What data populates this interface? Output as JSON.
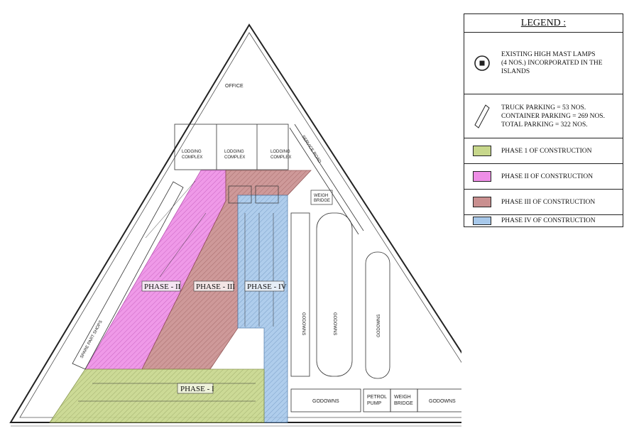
{
  "colors": {
    "phase1": "#c7d78b",
    "phase2": "#ee8ee6",
    "phase3": "#c98f8f",
    "phase4": "#a7c8ea",
    "outline": "#222222"
  },
  "plan": {
    "phase_labels": [
      "PHASE - II",
      "PHASE - III",
      "PHASE - IV",
      "PHASE - I"
    ],
    "buildings": {
      "office": "OFFICE",
      "lodging_1": [
        "LODGING",
        "COMPLEX"
      ],
      "lodging_2": [
        "LODGING",
        "COMPLEX"
      ],
      "lodging_3": [
        "LODGING",
        "COMPLEX"
      ],
      "godowns_vertical_1": "GODOWNS",
      "godowns_vertical_2": "GODOWNS",
      "godowns_vertical_3": "GODOWNS",
      "godowns_bottom_1": "GODOWNS",
      "godowns_bottom_2": "GODOWNS",
      "petrol_pump": [
        "PETROL",
        "PUMP"
      ],
      "weigh_bridge": [
        "WEIGH",
        "BRIDGE"
      ],
      "weigh_bridge_small": [
        "WEIGH",
        "BRIDGE"
      ],
      "spare_part_shops": "SPARE PART SHOPS",
      "service_road": "SERVICE ROAD"
    }
  },
  "legend": {
    "title": "LEGEND :",
    "items": [
      {
        "icon": "high-mast-lamp-icon",
        "text": "EXISTING HIGH MAST LAMPS\n(4 NOS.) INCORPORATED IN THE\nISLANDS"
      },
      {
        "icon": "parking-bay-icon",
        "text": "TRUCK PARKING       =   53 NOS.\nCONTAINER PARKING = 269 NOS.\nTOTAL  PARKING       = 322 NOS."
      },
      {
        "icon": "phase1-swatch",
        "text": "PHASE 1 OF CONSTRUCTION"
      },
      {
        "icon": "phase2-swatch",
        "text": "PHASE II OF CONSTRUCTION"
      },
      {
        "icon": "phase3-swatch",
        "text": "PHASE III OF CONSTRUCTION"
      },
      {
        "icon": "phase4-swatch",
        "text": "PHASE IV OF CONSTRUCTION"
      }
    ]
  }
}
